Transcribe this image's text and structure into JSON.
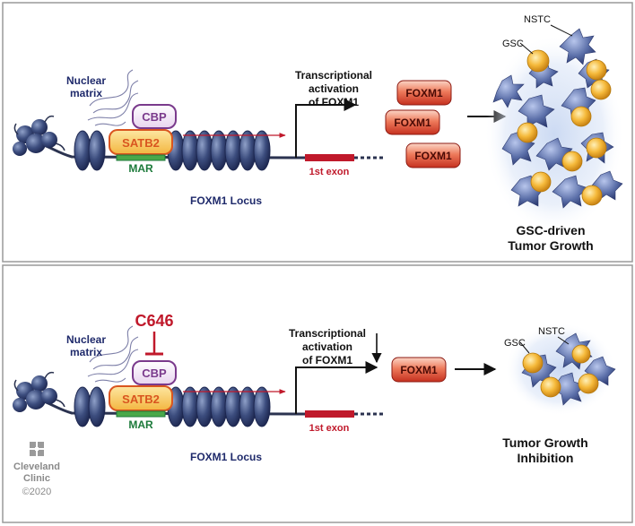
{
  "top_panel": {
    "nuclear_matrix": [
      "Nuclear",
      "matrix"
    ],
    "cbp": "CBP",
    "satb2": "SATB2",
    "mar": "MAR",
    "first_exon": "1st exon",
    "locus": "FOXM1 Locus",
    "activation": [
      "Transcriptional",
      "activation",
      "of FOXM1"
    ],
    "foxm1_boxes": [
      "FOXM1",
      "FOXM1",
      "FOXM1"
    ],
    "gsc": "GSC",
    "nstc": "NSTC",
    "outcome": [
      "GSC-driven",
      "Tumor Growth"
    ]
  },
  "bottom_panel": {
    "inhibitor": "C646",
    "nuclear_matrix": [
      "Nuclear",
      "matrix"
    ],
    "cbp": "CBP",
    "satb2": "SATB2",
    "mar": "MAR",
    "first_exon": "1st exon",
    "locus": "FOXM1 Locus",
    "activation": [
      "Transcriptional",
      "activation",
      "of FOXM1"
    ],
    "foxm1_box": "FOXM1",
    "gsc": "GSC",
    "nstc": "NSTC",
    "outcome": [
      "Tumor Growth",
      "Inhibition"
    ]
  },
  "credit": {
    "logo_line1": "Cleveland",
    "logo_line2": "Clinic",
    "year": "©2020"
  },
  "colors": {
    "navy": "#1f2a6b",
    "red": "#c0192b",
    "green": "#1c7a3a",
    "cbp_purple": "#7a3a8c",
    "satb2_orange": "#d9551f",
    "chromatin": "#3f4f7a",
    "gsc_gold": "#f2b23a",
    "nstc_blue": "#5a6ea8"
  }
}
